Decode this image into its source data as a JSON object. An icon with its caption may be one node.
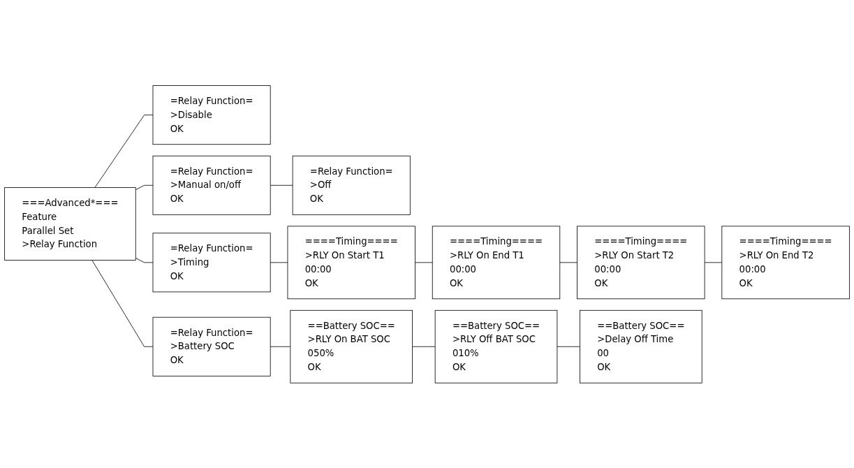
{
  "diagram": {
    "nodes": [
      {
        "text": [
          "===Advanced*===",
          "Feature",
          "Parallel Set",
          ">Relay Function"
        ]
      },
      {
        "text": [
          "=Relay Function=",
          ">Disable",
          "OK"
        ]
      },
      {
        "text": [
          "=Relay Function=",
          ">Manual on/off",
          "OK"
        ]
      },
      {
        "text": [
          "=Relay Function=",
          ">Off",
          "OK"
        ]
      },
      {
        "text": [
          "=Relay Function=",
          ">Timing",
          "OK"
        ]
      },
      {
        "text": [
          "====Timing====",
          ">RLY On Start T1",
          "00:00",
          "OK"
        ]
      },
      {
        "text": [
          "====Timing====",
          ">RLY On End T1",
          "00:00",
          "OK"
        ]
      },
      {
        "text": [
          "====Timing====",
          ">RLY On Start T2",
          "00:00",
          "OK"
        ]
      },
      {
        "text": [
          "====Timing====",
          ">RLY On End T2",
          "00:00",
          "OK"
        ]
      },
      {
        "text": [
          "=Relay Function=",
          ">Battery SOC",
          "OK"
        ]
      },
      {
        "text": [
          "==Battery SOC==",
          ">RLY On BAT SOC",
          "050%",
          "OK"
        ]
      },
      {
        "text": [
          "==Battery SOC==",
          ">RLY Off BAT SOC",
          "010%",
          "OK"
        ]
      },
      {
        "text": [
          "==Battery SOC==",
          ">Delay Off Time",
          "00",
          "OK"
        ]
      }
    ],
    "edges": [
      {
        "from": 0,
        "to": 1,
        "arrow": "none"
      },
      {
        "from": 0,
        "to": 2,
        "arrow": "none"
      },
      {
        "from": 0,
        "to": 4,
        "arrow": "none"
      },
      {
        "from": 0,
        "to": 9,
        "arrow": "none"
      },
      {
        "from": 2,
        "to": 3,
        "arrow": "none"
      },
      {
        "from": 4,
        "to": 5,
        "arrow": "none"
      },
      {
        "from": 5,
        "to": 6,
        "arrow": "none"
      },
      {
        "from": 6,
        "to": 7,
        "arrow": "none"
      },
      {
        "from": 7,
        "to": 8,
        "arrow": "none"
      },
      {
        "from": 9,
        "to": 10,
        "arrow": "none"
      },
      {
        "from": 10,
        "to": 11,
        "arrow": "none"
      },
      {
        "from": 11,
        "to": 12,
        "arrow": "none"
      }
    ]
  }
}
